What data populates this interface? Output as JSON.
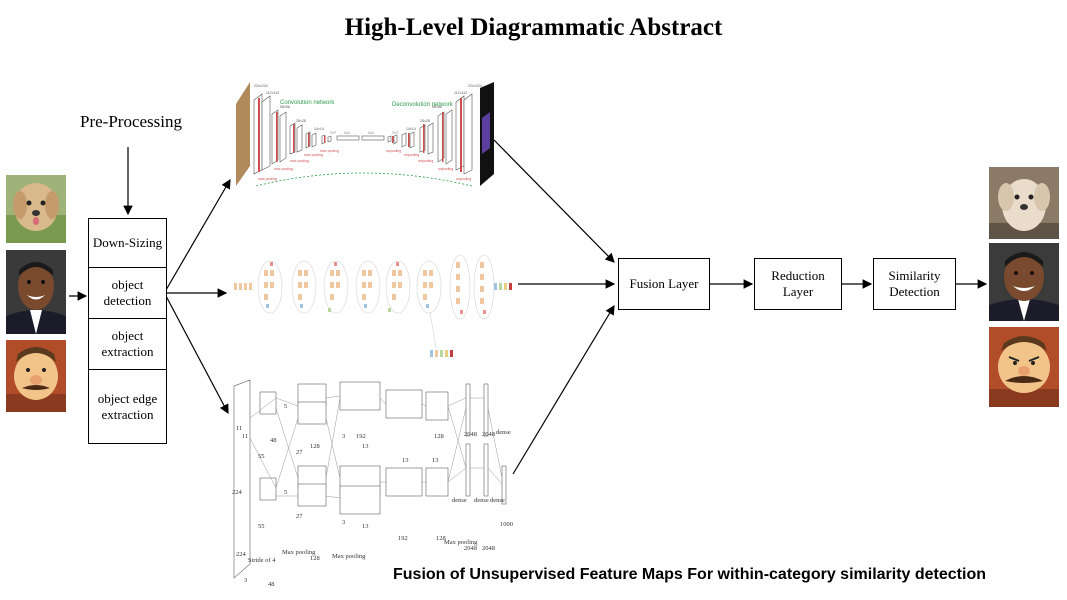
{
  "title": "High-Level Diagrammatic Abstract",
  "preprocessing_label": "Pre-Processing",
  "preprocessing_steps": [
    "Down-Sizing",
    "object detection",
    "object extraction",
    "object edge extraction"
  ],
  "network_figures": {
    "convolution_label": "Convolution network",
    "deconvolution_label": "Deconvolution network",
    "deconv_size_labels": [
      "224×224",
      "112×112",
      "56×56",
      "28×28",
      "14×14",
      "7×7",
      "1×1",
      "1×1",
      "7×7",
      "14×14",
      "28×28",
      "56×56",
      "112×112",
      "224×224"
    ],
    "deconv_op_labels": [
      "max pooling",
      "max pooling",
      "max pooling",
      "max pooling",
      "max pooling",
      "unpooling",
      "unpooling",
      "unpooling",
      "unpooling",
      "unpooling"
    ],
    "alexnet_labels": [
      "224",
      "224",
      "11",
      "11",
      "Stride of 4",
      "3",
      "55",
      "55",
      "48",
      "48",
      "5",
      "5",
      "27",
      "27",
      "128",
      "128",
      "Max pooling",
      "Max pooling",
      "3",
      "3",
      "13",
      "13",
      "192",
      "192",
      "128",
      "128",
      "Max pooling",
      "13",
      "13",
      "2048",
      "2048",
      "2048",
      "2048",
      "dense",
      "dense",
      "dense",
      "dense",
      "1000"
    ]
  },
  "fusion_layer": "Fusion Layer",
  "reduction_layer": "Reduction Layer",
  "similarity_detection": "Similarity Detection",
  "inputs": [
    "fluffy dog photo",
    "smiling man photo",
    "cartoon mustache man"
  ],
  "outputs": [
    "fluffy dog photo",
    "smiling man photo",
    "angry cartoon mustache man"
  ],
  "caption": "Fusion of Unsupervised Feature Maps For within-category similarity detection",
  "colors": {
    "line": "#000000",
    "green_label": "#2e9e4f",
    "red_accent": "#d14d4d",
    "orange_block": "#f0c8a0"
  }
}
